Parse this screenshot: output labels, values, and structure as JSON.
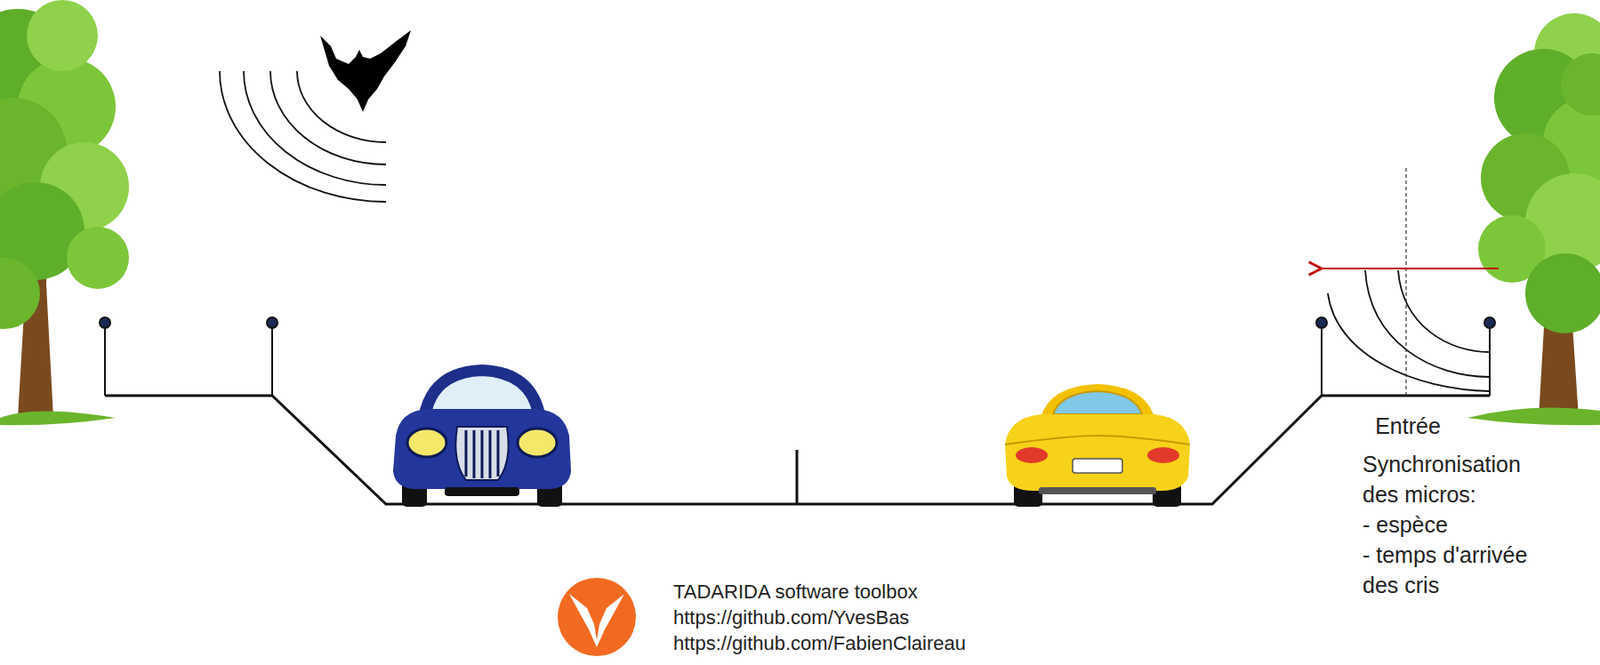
{
  "diagram": {
    "labels": [
      "Entrée",
      "Synchronisation des micros:",
      "- espèce",
      "- temps d'arrivée des cris",
      "TADARIDA software toolbox",
      "https://github.com/YvesBas",
      "https://github.com/FabienClaireau"
    ]
  }
}
